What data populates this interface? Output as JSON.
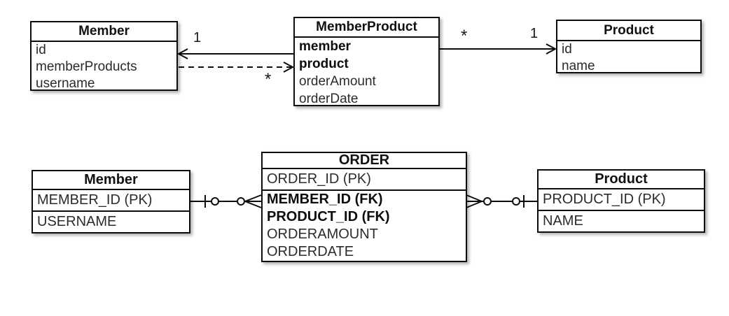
{
  "uml": {
    "member": {
      "title": "Member",
      "fields": [
        "id",
        "memberProducts",
        "username"
      ]
    },
    "memberProduct": {
      "title": "MemberProduct",
      "fields": [
        "member",
        "product",
        "orderAmount",
        "orderDate"
      ]
    },
    "product": {
      "title": "Product",
      "fields": [
        "id",
        "name"
      ]
    },
    "multiplicities": {
      "member_side_one": "1",
      "memberproduct_side_many": "*",
      "memberproduct_right_many": "*",
      "product_side_one": "1"
    }
  },
  "er": {
    "member": {
      "title": "Member",
      "rows": [
        "MEMBER_ID (PK)",
        "USERNAME"
      ]
    },
    "order": {
      "title": "ORDER",
      "primary_key_row": "ORDER_ID (PK)",
      "rows": [
        "MEMBER_ID (FK)",
        "PRODUCT_ID (FK)",
        "ORDERAMOUNT",
        "ORDERDATE"
      ]
    },
    "product": {
      "title": "Product",
      "rows": [
        "PRODUCT_ID (PK)",
        "NAME"
      ]
    }
  },
  "colors": {
    "line": "#0d0d0d",
    "background": "#ffffff"
  }
}
